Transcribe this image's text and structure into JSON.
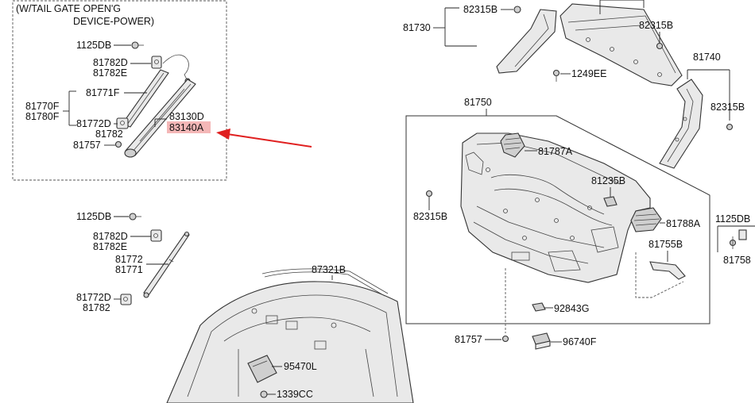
{
  "header": {
    "line1": "(W/TAIL GATE OPEN'G",
    "line2": "DEVICE-POWER)"
  },
  "labels": {
    "p1125db_a": "1125DB",
    "p81782d_a": "81782D",
    "p81782e_a": "81782E",
    "p81771f": "81771F",
    "p81770f": "81770F",
    "p81780f": "81780F",
    "p81772d_a": "81772D",
    "p81782_a": "81782",
    "p83130d": "83130D",
    "p83140a": "83140A",
    "p81757_a": "81757",
    "p1125db_b": "1125DB",
    "p81782d_b": "81782D",
    "p81782e_b": "81782E",
    "p81772": "81772",
    "p81771": "81771",
    "p81772d_b": "81772D",
    "p81782_b": "81782",
    "p87321b": "87321B",
    "p95470l": "95470L",
    "p1339cc": "1339CC",
    "p82315b_a": "82315B",
    "p81730": "81730",
    "p82315b_b": "82315B",
    "p1249ee": "1249EE",
    "p81740": "81740",
    "p82315b_c": "82315B",
    "p81750": "81750",
    "p81787a": "81787A",
    "p81235b": "81235B",
    "p82315b_d": "82315B",
    "p81788a": "81788A",
    "p1125db_c": "1125DB",
    "p81755b": "81755B",
    "p81758": "81758",
    "p92843g": "92843G",
    "p81757_b": "81757",
    "p96740f": "96740F"
  },
  "colors": {
    "highlight_fill": "#f4b7b7",
    "arrow": "#e02020",
    "line": "#222222"
  }
}
